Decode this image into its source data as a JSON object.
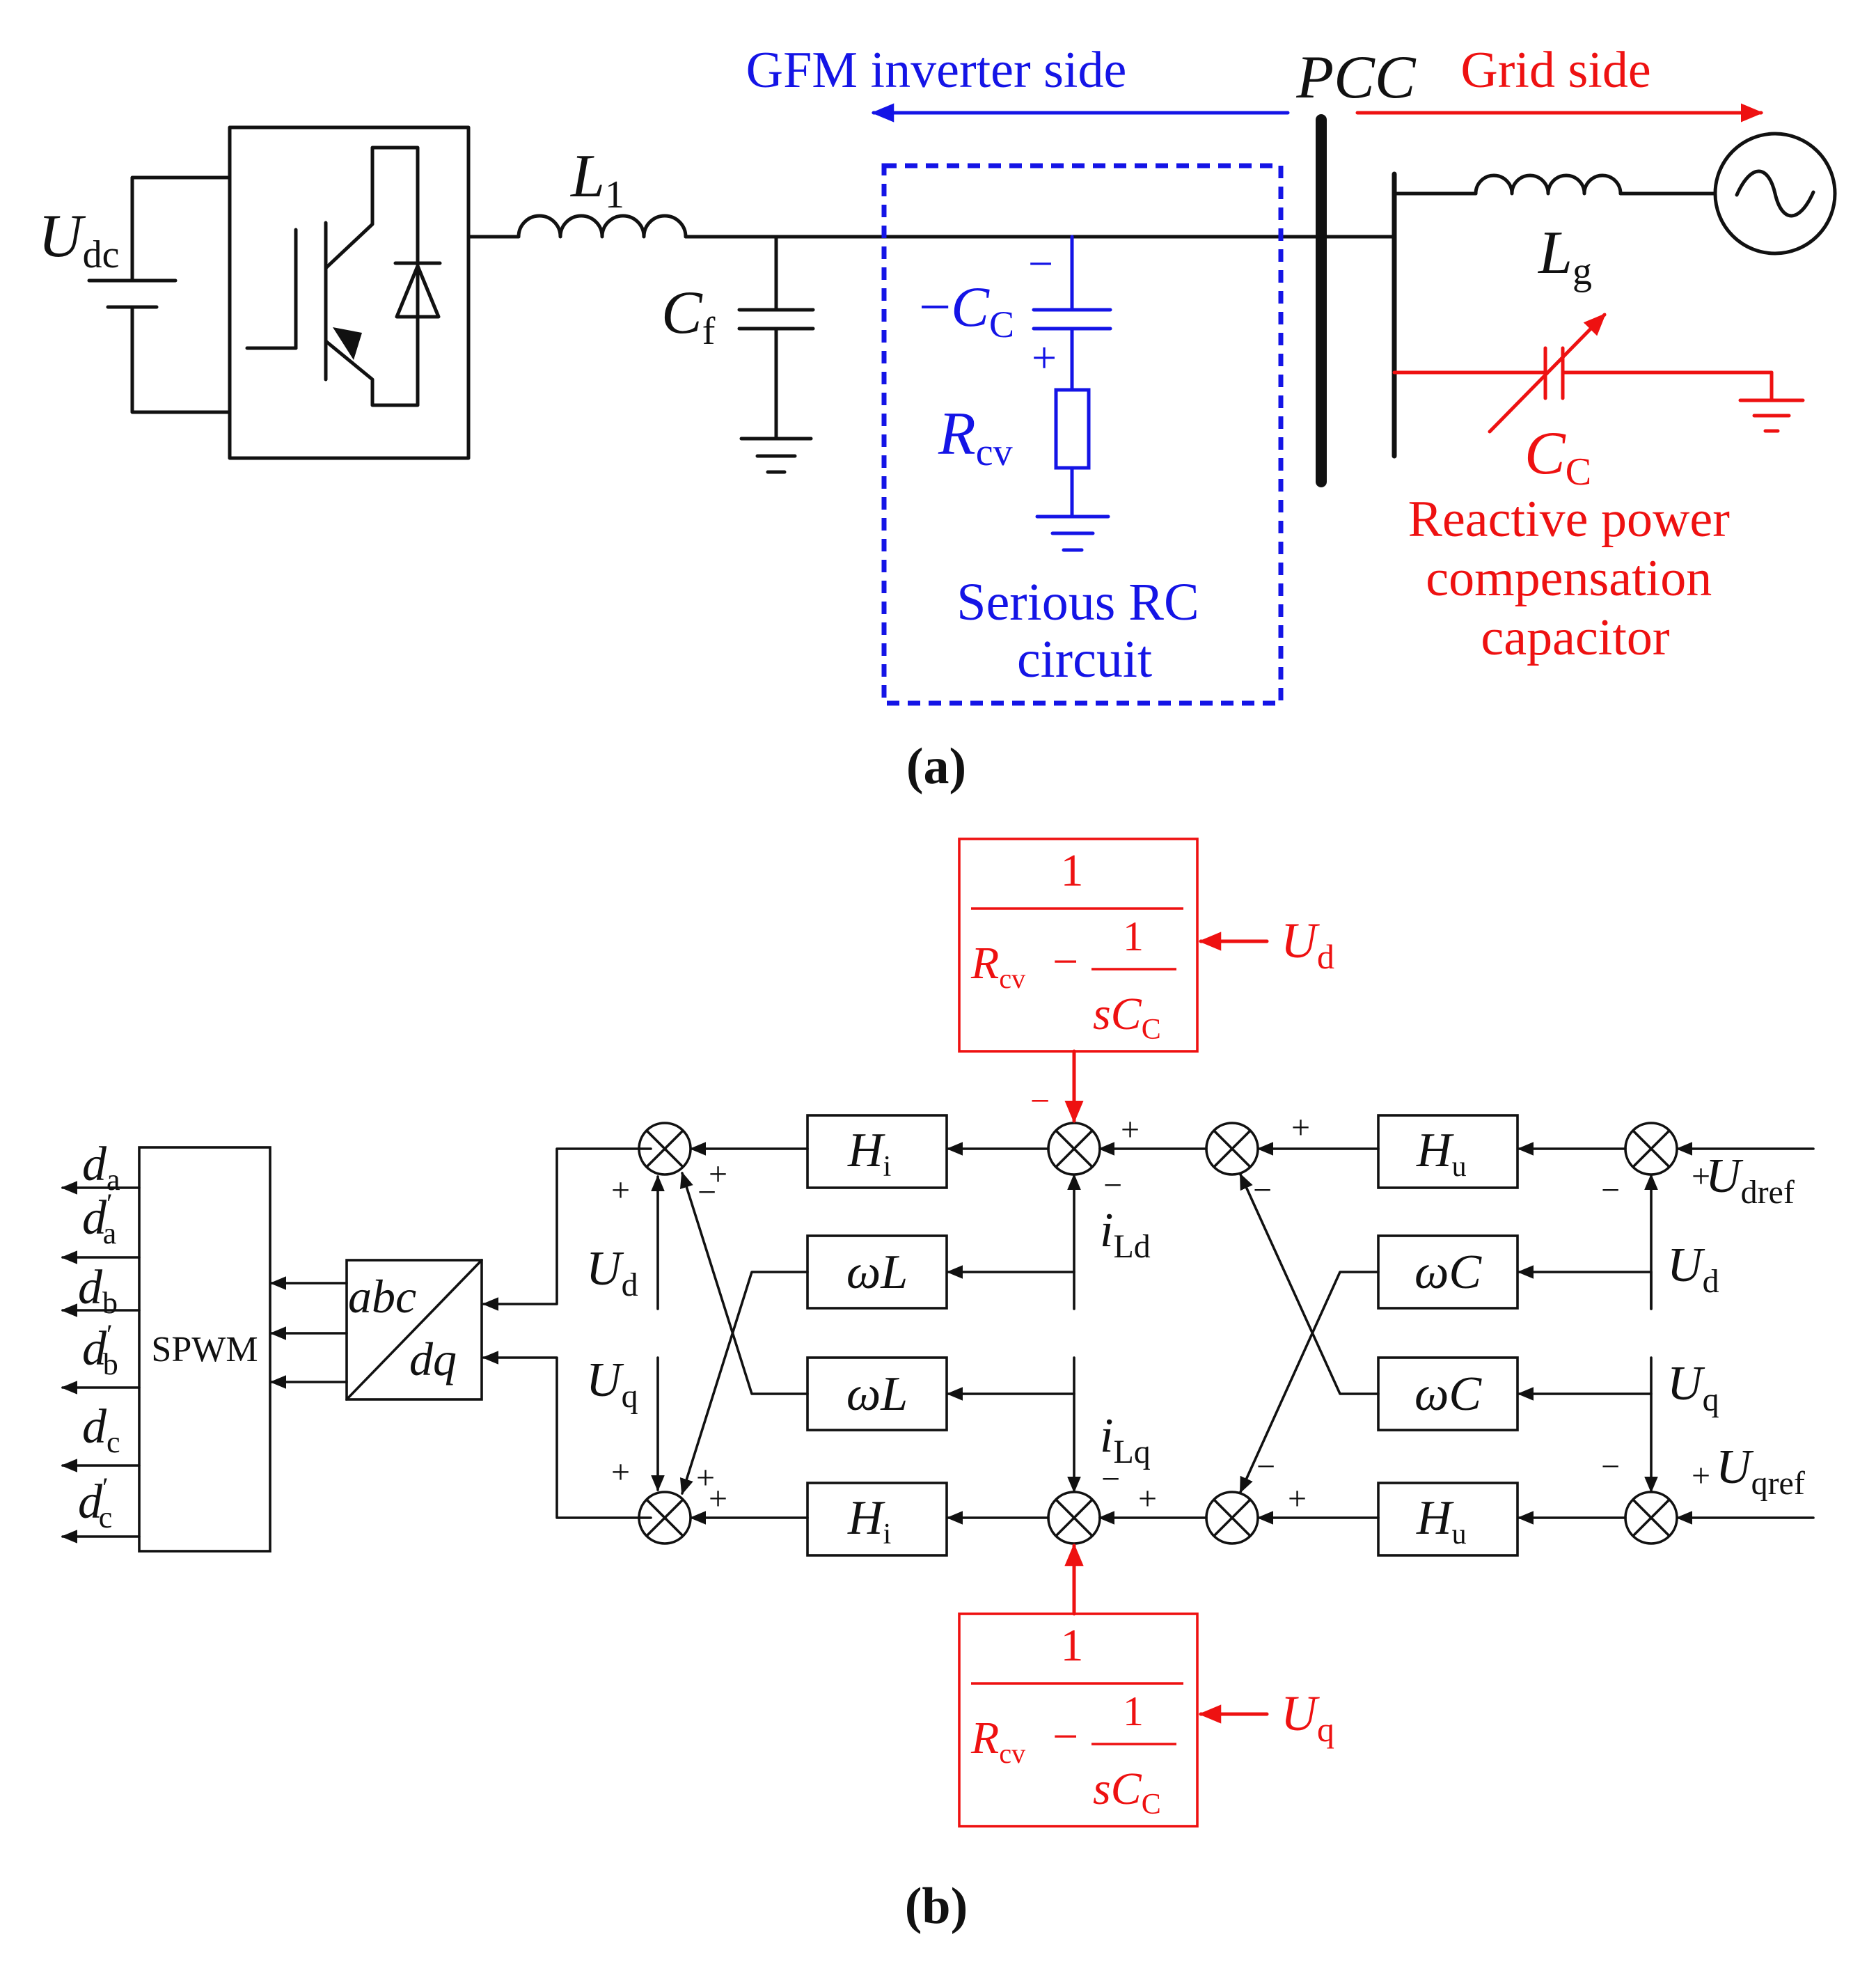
{
  "diagram_a": {
    "caption": "(a)",
    "inverter_side_label": "GFM inverter side",
    "pcc_label": "PCC",
    "grid_side_label": "Grid side",
    "udc": {
      "main": "U",
      "sub": "dc"
    },
    "l1": {
      "main": "L",
      "sub": "1"
    },
    "cf": {
      "main": "C",
      "sub": "f"
    },
    "neg_cc": {
      "prefix": "−",
      "main": "C",
      "sub": "C"
    },
    "rcv": {
      "main": "R",
      "sub": "cv"
    },
    "lg": {
      "main": "L",
      "sub": "g"
    },
    "cc": {
      "main": "C",
      "sub": "C"
    },
    "minus": "−",
    "plus": "+",
    "rc_box_label": [
      "Serious RC",
      "circuit"
    ],
    "comp_label": [
      "Reactive power",
      "compensation",
      "capacitor"
    ]
  },
  "diagram_b": {
    "caption": "(b)",
    "spwm": "SPWM",
    "abc": "abc",
    "dq": "dq",
    "duty_outputs": [
      {
        "main": "d",
        "sub": "a"
      },
      {
        "main": "d",
        "sub": "a",
        "prime": "′"
      },
      {
        "main": "d",
        "sub": "b"
      },
      {
        "main": "d",
        "sub": "b",
        "prime": "′"
      },
      {
        "main": "d",
        "sub": "c"
      },
      {
        "main": "d",
        "sub": "c",
        "prime": "′"
      }
    ],
    "hi": {
      "main": "H",
      "sub": "i"
    },
    "hu": {
      "main": "H",
      "sub": "u"
    },
    "wl": "ωL",
    "wc": "ωC",
    "ud": {
      "main": "U",
      "sub": "d"
    },
    "uq": {
      "main": "U",
      "sub": "q"
    },
    "ild": {
      "main": "i",
      "sub": "Ld"
    },
    "ilq": {
      "main": "i",
      "sub": "Lq"
    },
    "udref": {
      "main": "U",
      "sub": "dref"
    },
    "uqref": {
      "main": "U",
      "sub": "qref"
    },
    "tf": {
      "one": "1",
      "r_main": "R",
      "r_sub": "cv",
      "minus": "−",
      "s_main": "sC",
      "s_sub": "C"
    },
    "plus": "+",
    "minus": "−"
  }
}
